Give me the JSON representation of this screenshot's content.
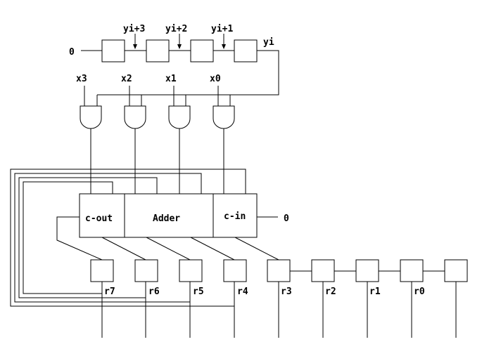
{
  "shift_register": {
    "input": "0",
    "taps": [
      "yi+3",
      "yi+2",
      "yi+1"
    ],
    "output": "yi"
  },
  "multiplicand_bits": [
    "x3",
    "x2",
    "x1",
    "x0"
  ],
  "adder": {
    "carry_out": "c-out",
    "title": "Adder",
    "carry_in": "c-in",
    "carry_in_value": "0"
  },
  "result_bits": [
    "r7",
    "r6",
    "r5",
    "r4",
    "r3",
    "r2",
    "r1",
    "r0"
  ]
}
